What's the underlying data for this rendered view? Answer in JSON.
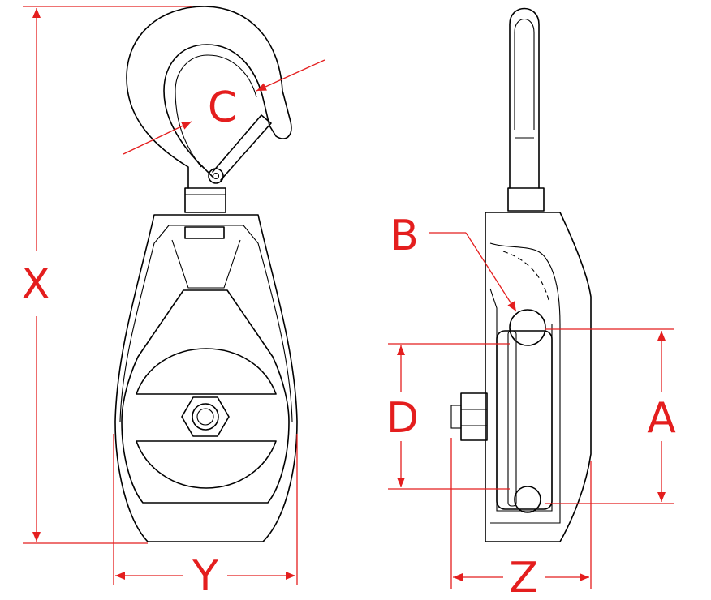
{
  "colors": {
    "dimension": "#e41e1e",
    "line": "#000000",
    "background": "#ffffff"
  },
  "labels": {
    "x": "X",
    "y": "Y",
    "c": "C",
    "b": "B",
    "d": "D",
    "a": "A",
    "z": "Z"
  }
}
